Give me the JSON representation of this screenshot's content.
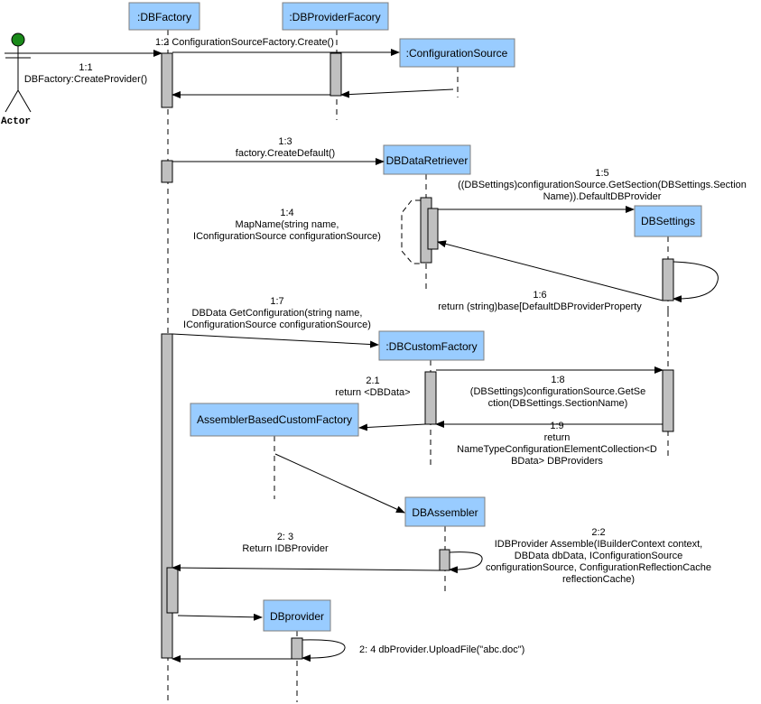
{
  "actor": {
    "label": "Actor"
  },
  "participants": {
    "dbfactory": ":DBFactory",
    "dbproviderfactory": ":DBProviderFacory",
    "configurationsource": ":ConfigurationSource",
    "dbdataretriever": "DBDataRetriever",
    "dbsettings": "DBSettings",
    "dbcustomfactory": ":DBCustomFactory",
    "assemblerbasedcustomfactory": "AssemblerBasedCustomFactory",
    "dbassembler": "DBAssembler",
    "dbprovider": "DBprovider"
  },
  "messages": {
    "m1_1": [
      "1:1",
      "DBFactory:CreateProvider()"
    ],
    "m1_2": [
      "1:2 ConfigurationSourceFactory.Create()"
    ],
    "m1_3": [
      "1:3",
      "factory.CreateDefault()"
    ],
    "m1_4": [
      "1:4",
      "MapName(string name,",
      "IConfigurationSource configurationSource)"
    ],
    "m1_5": [
      "1:5",
      "((DBSettings)configurationSource.GetSection(DBSettings.Section",
      "Name)).DefaultDBProvider"
    ],
    "m1_6": [
      "1:6",
      "return (string)base[DefaultDBProviderProperty"
    ],
    "m1_7": [
      "1:7",
      "DBData GetConfiguration(string name,",
      "IConfigurationSource configurationSource)"
    ],
    "m2_1": [
      "2.1",
      "return <DBData>"
    ],
    "m1_8": [
      "1:8",
      "(DBSettings)configurationSource.GetSe",
      "ction(DBSettings.SectionName)"
    ],
    "m1_9": [
      "1:9",
      "return",
      "NameTypeConfigurationElementCollection<D",
      "BData> DBProviders"
    ],
    "m2_3": [
      "2: 3",
      "Return IDBProvider"
    ],
    "m2_2": [
      "2:2",
      "IDBProvider Assemble(IBuilderContext context,",
      "DBData dbData, IConfigurationSource",
      "configurationSource, ConfigurationReflectionCache",
      "reflectionCache)"
    ],
    "m2_4": [
      "2: 4 dbProvider.UploadFile(\"abc.doc\")"
    ]
  }
}
